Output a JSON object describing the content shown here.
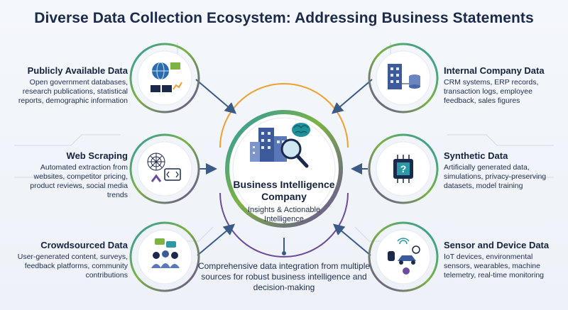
{
  "title": "Diverse Data Collection Ecosystem: Addressing Business Statements",
  "center": {
    "title": "Business Intelligence Company",
    "subtitle": "Insights & Actionable Intelligence"
  },
  "bottom_caption": "Comprehensive data integration from multiple sources for robust business intelligence and decision-making",
  "nodes": [
    {
      "title": "Publicly Available Data",
      "desc": "Open government databases, research publications, statistical reports, demographic information",
      "icon": "globe-books-icon"
    },
    {
      "title": "Web Scraping",
      "desc": "Automated extraction from websites, competitor pricing, product reviews, social media trends",
      "icon": "spider-web-code-icon"
    },
    {
      "title": "Crowdsourced Data",
      "desc": "User-generated content, surveys, feedback platforms, community contributions",
      "icon": "people-chat-icon"
    },
    {
      "title": "Internal Company Data",
      "desc": "CRM systems, ERP records, transaction logs, employee feedback, sales figures",
      "icon": "building-database-icon"
    },
    {
      "title": "Synthetic Data",
      "desc": "Artificially generated data, simulations, privacy-preserving datasets, model training",
      "icon": "chip-question-icon"
    },
    {
      "title": "Sensor and Device Data",
      "desc": "IoT devices, environmental sensors, wearables, machine telemetry, real-time monitoring",
      "icon": "iot-devices-icon"
    }
  ],
  "colors": {
    "navy": "#1b2a4a",
    "teal": "#1f8f9a",
    "green": "#7cb342",
    "purple": "#6a4c9c",
    "orange": "#f0a030",
    "arrow": "#3a5a88"
  }
}
